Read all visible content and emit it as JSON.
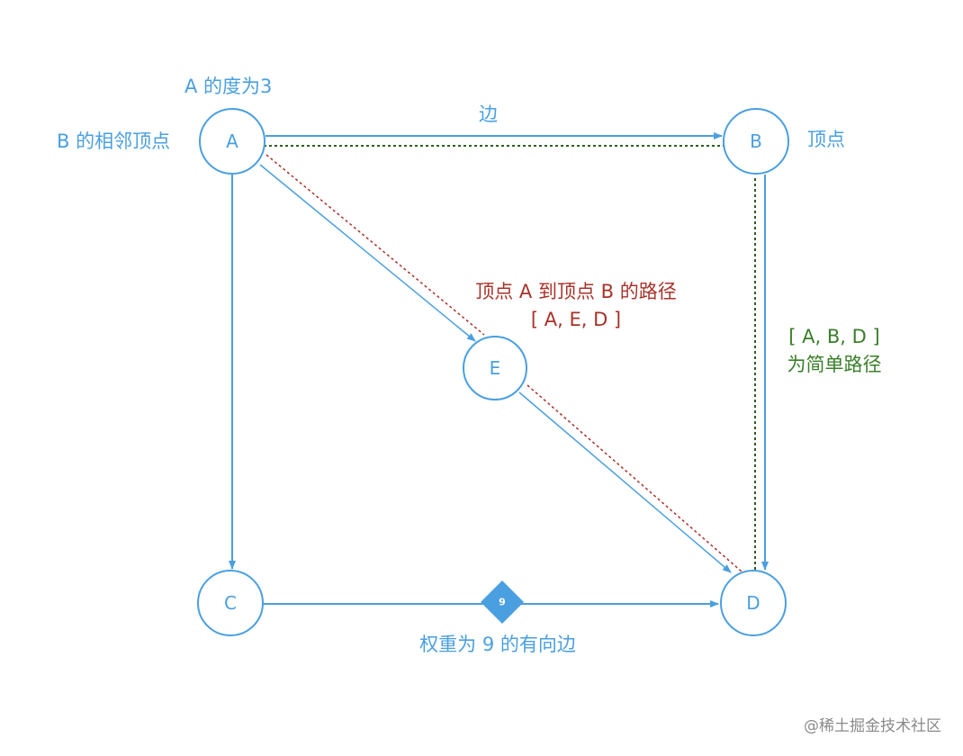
{
  "nodes": {
    "A": {
      "label": "A"
    },
    "B": {
      "label": "B"
    },
    "C": {
      "label": "C"
    },
    "D": {
      "label": "D"
    },
    "E": {
      "label": "E"
    }
  },
  "annotations": {
    "degree_of_a": "A 的度为3",
    "adjacent_vertex_of_b": "B 的相邻顶点",
    "edge": "边",
    "vertex": "顶点",
    "path_title": "顶点 A 到顶点 B 的路径",
    "path_value": "[ A, E, D ]",
    "simple_path_value": "[ A, B, D ]",
    "simple_path_title": "为简单路径",
    "weighted_edge": "权重为 9 的有向边"
  },
  "weight": {
    "value": "9"
  },
  "watermark": "@稀土掘金技术社区",
  "colors": {
    "node_blue": "#4a9fe0",
    "path_red": "#a8322a",
    "path_green": "#3a7f2a"
  }
}
